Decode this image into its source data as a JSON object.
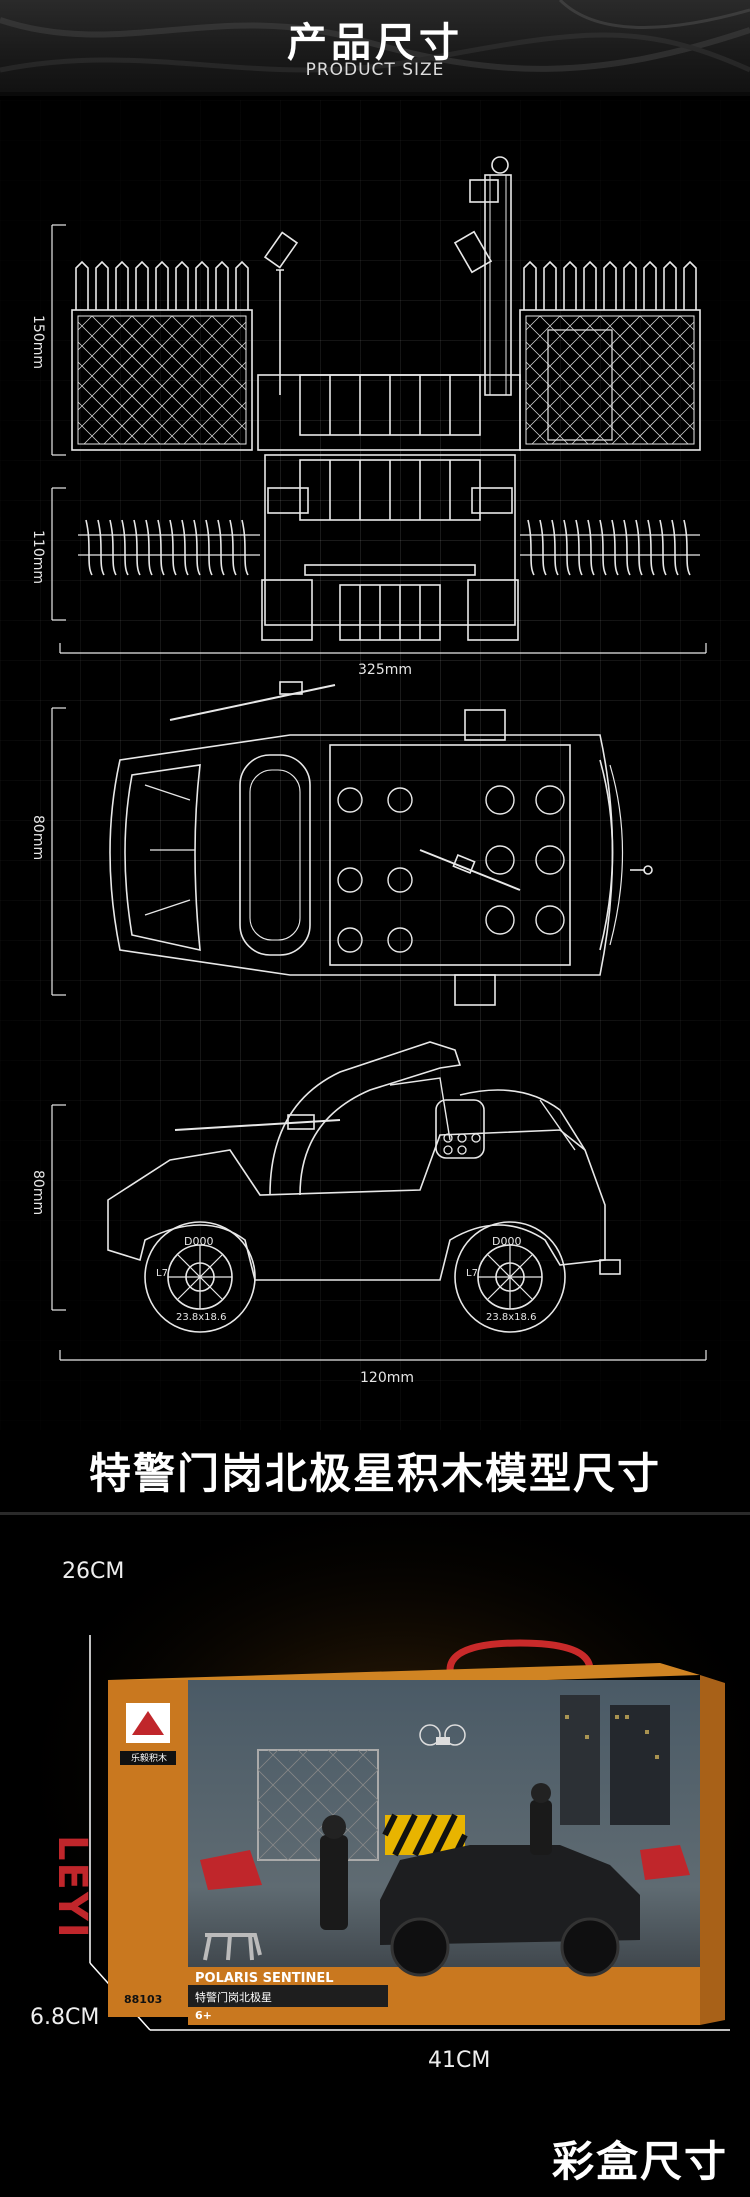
{
  "header": {
    "title": "产品尺寸",
    "subtitle": "PRODUCT SIZE"
  },
  "top_view": {
    "height_upper": "150mm",
    "height_lower": "110mm",
    "width": "325mm"
  },
  "plan_view": {
    "height": "80mm"
  },
  "side_view": {
    "height": "80mm",
    "width": "120mm",
    "tire_front": "D000",
    "tire_rear": "D000",
    "tire_text": "23.8x18.6",
    "tire_mark": "L7"
  },
  "model_title": "特警门岗北极星积木模型尺寸",
  "box": {
    "height": "26CM",
    "depth": "6.8CM",
    "width": "41CM",
    "brand": "LEYI",
    "brand_cn": "乐毅积木",
    "set_number": "88103",
    "product_name_en": "POLARIS SENTINEL",
    "product_name_cn": "特警门岗北极星",
    "age": "6+"
  },
  "box_title": "彩盒尺寸",
  "colors": {
    "box_orange": "#c9781f",
    "box_dark": "#2b2b2e",
    "barrier_red": "#c0262b",
    "accent_yellow": "#e8b400"
  }
}
